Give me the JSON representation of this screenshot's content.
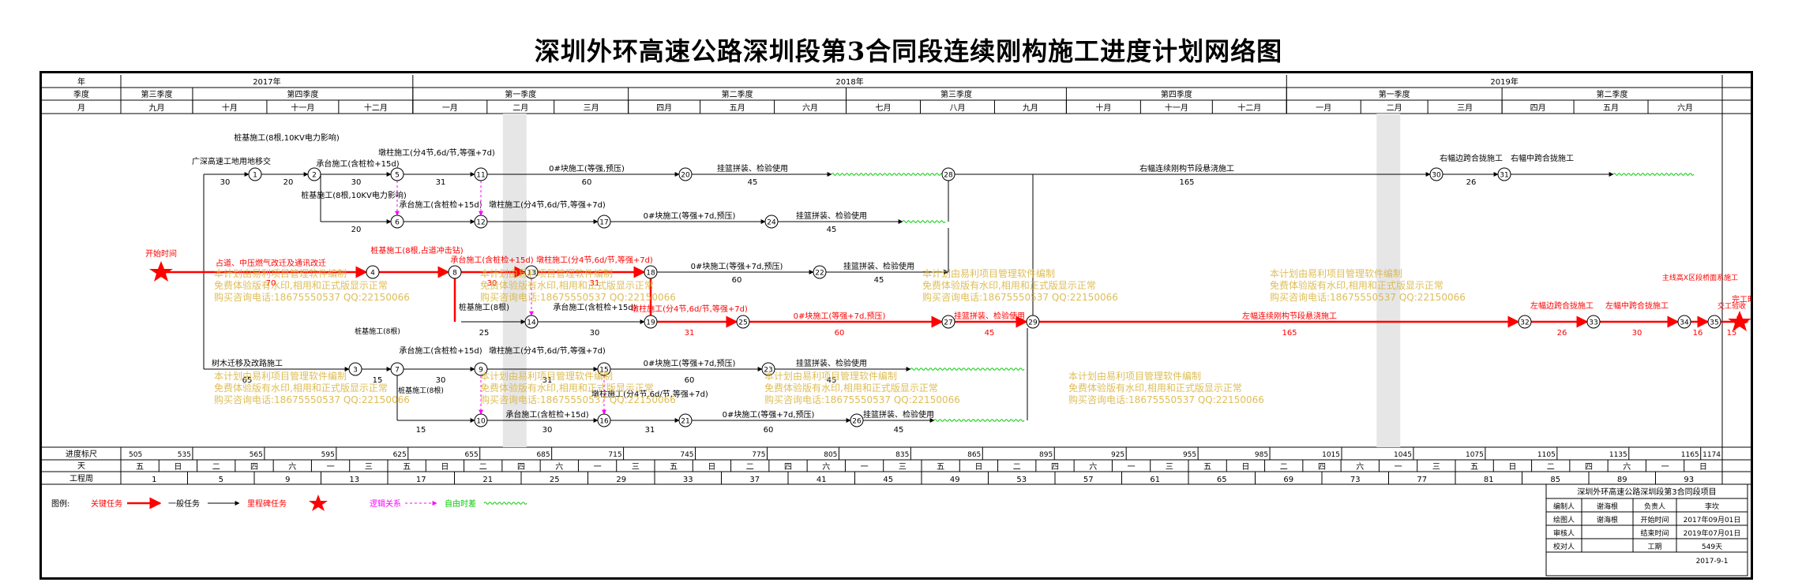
{
  "title": "深圳外环高速公路深圳段第3合同段连续刚构施工进度计划网络图",
  "header": {
    "row_labels": [
      "年",
      "季度",
      "月"
    ],
    "years": [
      "2017年",
      "2018年",
      "2019年"
    ],
    "quarters": [
      "第三季度",
      "第四季度",
      "第一季度",
      "第二季度",
      "第三季度",
      "第四季度",
      "第一季度",
      "第二季度"
    ],
    "months": [
      "九月",
      "十月",
      "十一月",
      "十二月",
      "一月",
      "二月",
      "三月",
      "四月",
      "五月",
      "六月",
      "七月",
      "八月",
      "九月",
      "十月",
      "十一月",
      "十二月",
      "一月",
      "二月",
      "三月",
      "四月",
      "五月",
      "六月"
    ]
  },
  "scale": {
    "row_labels": [
      "进度标尺",
      "天",
      "工程周"
    ],
    "progress_ticks": [
      "505",
      "535",
      "565",
      "595",
      "625",
      "655",
      "685",
      "715",
      "745",
      "775",
      "805",
      "835",
      "865",
      "895",
      "925",
      "955",
      "985",
      "1015",
      "1045",
      "1075",
      "1105",
      "1135",
      "1165",
      "1174"
    ],
    "weekdays": [
      "五",
      "日",
      "二",
      "四",
      "六",
      "一",
      "三",
      "五",
      "日",
      "二",
      "四",
      "六",
      "一",
      "三",
      "五",
      "日",
      "二",
      "四",
      "六",
      "一",
      "三",
      "五",
      "日",
      "二",
      "四",
      "六",
      "一",
      "三",
      "五",
      "日",
      "二",
      "四",
      "六",
      "一",
      "三",
      "五",
      "日",
      "二",
      "四",
      "六",
      "一",
      "日"
    ],
    "weeks": [
      "1",
      "5",
      "9",
      "13",
      "17",
      "21",
      "25",
      "29",
      "33",
      "37",
      "41",
      "45",
      "49",
      "53",
      "57",
      "61",
      "65",
      "69",
      "73",
      "77",
      "81",
      "85",
      "89",
      "93"
    ]
  },
  "legend": {
    "label": "图例:",
    "items": [
      "关键任务",
      "一般任务",
      "里程碑任务",
      "逻辑关系",
      "自由时差"
    ]
  },
  "nodes": [
    "1",
    "2",
    "3",
    "4",
    "5",
    "6",
    "7",
    "8",
    "9",
    "10",
    "11",
    "12",
    "13",
    "14",
    "15",
    "16",
    "17",
    "18",
    "19",
    "20",
    "21",
    "22",
    "23",
    "24",
    "25",
    "26",
    "27",
    "28",
    "29",
    "30",
    "31",
    "32",
    "33",
    "34",
    "35"
  ],
  "tasks": [
    {
      "label": "广深高速工地用地移交",
      "duration": "30"
    },
    {
      "label": "桩基施工(8根,10KV电力影响)",
      "duration": "20"
    },
    {
      "label": "承台施工(含桩检+15d)",
      "duration": "30"
    },
    {
      "label": "墩柱施工(分4节,6d/节,等强+7d)",
      "duration": "31"
    },
    {
      "label": "0#块施工(等强,预压)",
      "duration": "60"
    },
    {
      "label": "挂篮拼装、检验使用",
      "duration": "45"
    },
    {
      "label": "右幅连续刚构节段悬浇施工",
      "duration": "165"
    },
    {
      "label": "右幅边跨合拢施工",
      "duration": "26"
    },
    {
      "label": "右幅中跨合拢施工",
      "duration": ""
    },
    {
      "label": "桩基施工(8根,10KV电力影响)",
      "duration": "20"
    },
    {
      "label": "承台施工(含桩检+15d)",
      "duration": ""
    },
    {
      "label": "墩柱施工(分4节,6d/节,等强+7d)",
      "duration": ""
    },
    {
      "label": "0#块施工(等强+7d,预压)",
      "duration": ""
    },
    {
      "label": "挂篮拼装、检验使用",
      "duration": "45"
    },
    {
      "label": "开始时间",
      "duration": ""
    },
    {
      "label": "占道、中压燃气改迁及通讯改迁",
      "duration": "70"
    },
    {
      "label": "桩基施工(8根,占道冲击钻)",
      "duration": ""
    },
    {
      "label": "承台施工(含桩检+15d)",
      "duration": "30"
    },
    {
      "label": "墩柱施工(分4节,6d/节,等强+7d)",
      "duration": "31"
    },
    {
      "label": "0#块施工(等强+7d,预压)",
      "duration": "60"
    },
    {
      "label": "挂篮拼装、检验使用",
      "duration": "45"
    },
    {
      "label": "桩基施工(8根)",
      "duration": "25"
    },
    {
      "label": "承台施工(含桩检+15d)",
      "duration": "30"
    },
    {
      "label": "墩柱施工(分4节,6d/节,等强+7d)",
      "duration": "31"
    },
    {
      "label": "0#块施工(等强+7d,预压)",
      "duration": "60"
    },
    {
      "label": "挂篮拼装、检验使用",
      "duration": "45"
    },
    {
      "label": "左幅连续刚构节段悬浇施工",
      "duration": "165"
    },
    {
      "label": "左幅边跨合拢施工",
      "duration": "26"
    },
    {
      "label": "左幅中跨合拢施工",
      "duration": "30"
    },
    {
      "label": "主线高X区段桥面系施工",
      "duration": "16"
    },
    {
      "label": "交工验收",
      "duration": "15"
    },
    {
      "label": "完工时间",
      "duration": ""
    },
    {
      "label": "树木迁移及改路施工",
      "duration": "65"
    },
    {
      "label": "桩基施工(8根)",
      "duration": "15"
    },
    {
      "label": "承台施工(含桩检+15d)",
      "duration": "30"
    },
    {
      "label": "墩柱施工(分4节,6d/节,等强+7d)",
      "duration": "31"
    },
    {
      "label": "0#块施工(等强+7d,预压)",
      "duration": "60"
    },
    {
      "label": "挂篮拼装、检验使用",
      "duration": "45"
    },
    {
      "label": "桩基施工(8根)",
      "duration": "15"
    },
    {
      "label": "承台施工(含桩检+15d)",
      "duration": "30"
    },
    {
      "label": "墩柱施工(分4节,6d/节,等强+7d)",
      "duration": "31"
    },
    {
      "label": "0#块施工(等强+7d,预压)",
      "duration": "60"
    },
    {
      "label": "挂篮拼装、检验使用",
      "duration": "45"
    }
  ],
  "watermark": [
    "本计划由易利项目管理软件编制",
    "免费体验版有水印,相用和正式版显示正常",
    "购买咨询电话:18675550537 QQ:22150066"
  ],
  "title_block": {
    "project": "深圳外环高速公路深圳段第3合同段项目",
    "rows": [
      [
        "编制人",
        "谢海根",
        "负责人",
        "李坎"
      ],
      [
        "绘图人",
        "谢海根",
        "开始时间",
        "2017年09月01日"
      ],
      [
        "审核人",
        "",
        "结束时间",
        "2019年07月01日"
      ],
      [
        "校对人",
        "",
        "工期",
        "549天"
      ]
    ],
    "date": "2017-9-1"
  },
  "colors": {
    "critical": "#ff0000",
    "normal": "#000000",
    "logic": "#ff00ff",
    "free_float": "#00cc00",
    "watermark": "#d9b23a",
    "shade": "#e6e6e6"
  }
}
